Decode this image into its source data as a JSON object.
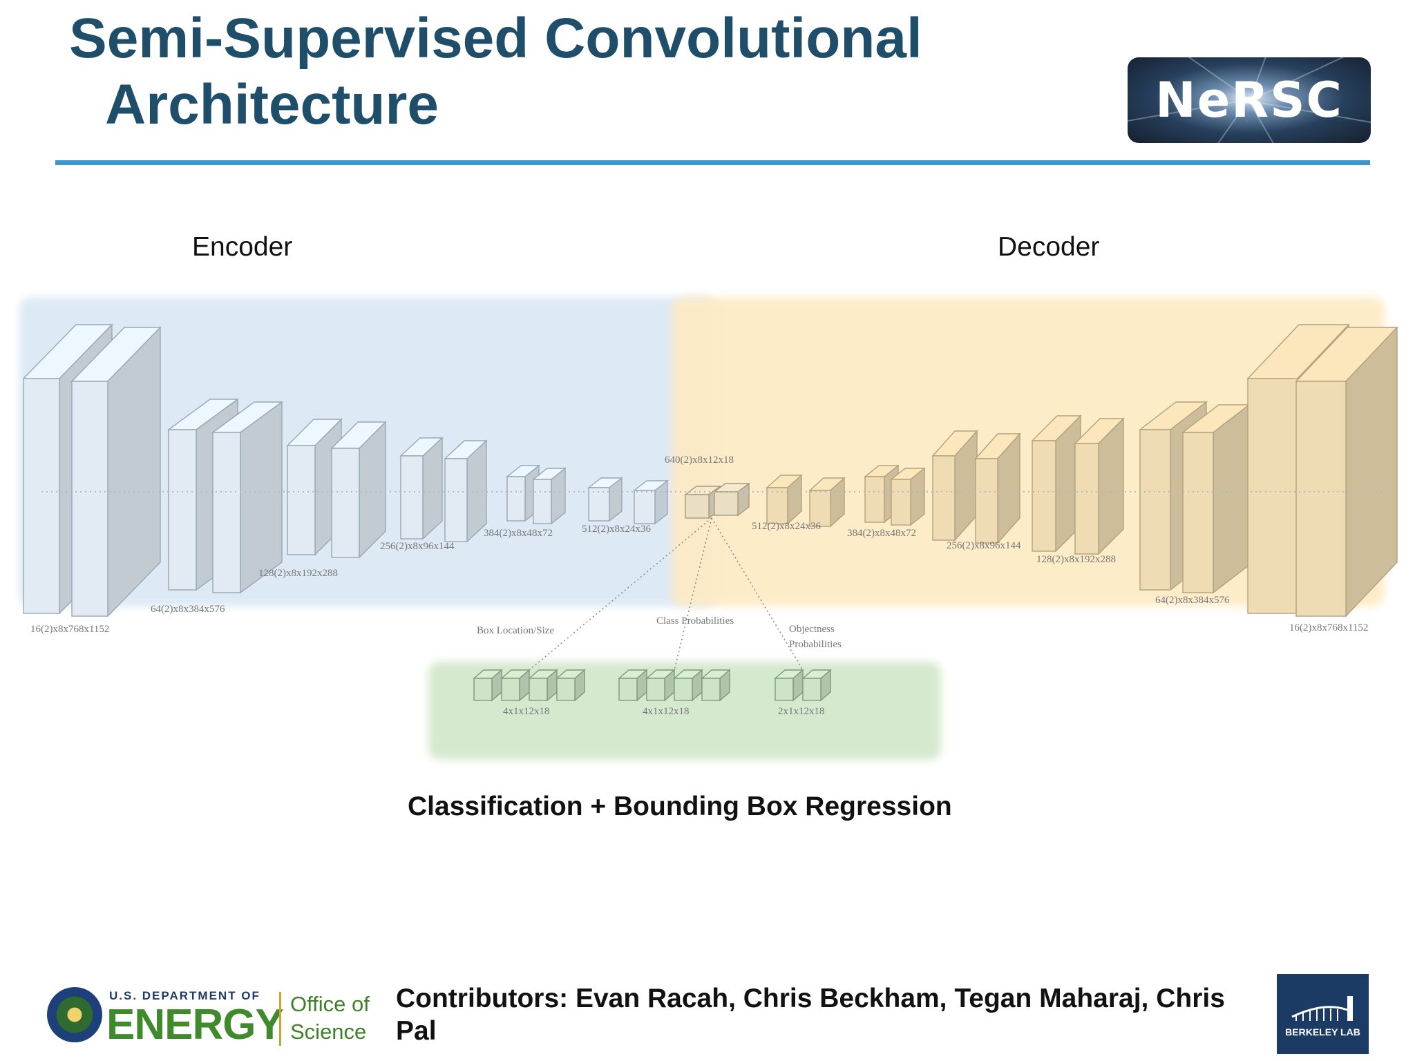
{
  "slide": {
    "title_line1": "Semi-Supervised Convolutional",
    "title_line2": "Architecture",
    "nersc_logo_text": "NeRSC"
  },
  "diagram": {
    "encoder_label": "Encoder",
    "decoder_label": "Decoder",
    "region_colors": {
      "encoder": "#dce8f5",
      "decoder": "#fdecc8",
      "heads": "#d6ead0"
    },
    "encoder_layers": [
      {
        "label": "16(2)x8x768x1152"
      },
      {
        "label": "64(2)x8x384x576"
      },
      {
        "label": "128(2)x8x192x288"
      },
      {
        "label": "256(2)x8x96x144"
      },
      {
        "label": "384(2)x8x48x72"
      },
      {
        "label": "512(2)x8x24x36"
      }
    ],
    "bottleneck": {
      "label": "640(2)x8x12x18"
    },
    "decoder_layers": [
      {
        "label": "512(2)x8x24x36"
      },
      {
        "label": "384(2)x8x48x72"
      },
      {
        "label": "256(2)x8x96x144"
      },
      {
        "label": "128(2)x8x192x288"
      },
      {
        "label": "64(2)x8x384x576"
      },
      {
        "label": "16(2)x8x768x1152"
      }
    ],
    "heads": [
      {
        "name": "Box Location/Size",
        "shape": "4x1x12x18",
        "count": 4
      },
      {
        "name": "Class Probabilities",
        "shape": "4x1x12x18",
        "count": 4
      },
      {
        "name_line1": "Objectness",
        "name_line2": "Probabilities",
        "shape": "2x1x12x18",
        "count": 2
      }
    ],
    "caption": "Classification + Bounding Box Regression"
  },
  "footer": {
    "contributors": "Contributors: Evan Racah, Chris Beckham, Tegan Maharaj, Chris Pal",
    "doe_top": "U.S. DEPARTMENT OF",
    "doe_energy": "ENERGY",
    "doe_office_line1": "Office of",
    "doe_office_line2": "Science",
    "berkeley_text": "BERKELEY LAB"
  }
}
